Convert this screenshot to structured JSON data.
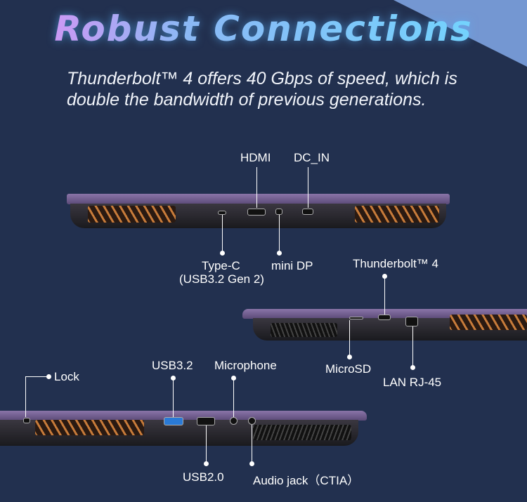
{
  "title": "Robust Connections",
  "subtitle": {
    "line1": "Thunderbolt™ 4 offers 40 Gbps of speed, which is",
    "line2": "double the bandwidth of previous generations."
  },
  "rear_view": {
    "labels": {
      "hdmi": "HDMI",
      "dc_in": "DC_IN",
      "type_c": "Type-C",
      "type_c_spec": "(USB3.2 Gen 2)",
      "mini_dp": "mini DP"
    }
  },
  "right_view": {
    "labels": {
      "thunderbolt": "Thunderbolt™ 4",
      "microsd": "MicroSD",
      "lan": "LAN RJ-45"
    }
  },
  "left_view": {
    "labels": {
      "lock": "Lock",
      "usb32": "USB3.2",
      "microphone": "Microphone",
      "usb20": "USB2.0",
      "audio": "Audio jack（CTIA）"
    }
  },
  "colors": {
    "background": "#22304f",
    "accent_purple": "#e58cf3",
    "accent_blue": "#6fd8ff"
  }
}
